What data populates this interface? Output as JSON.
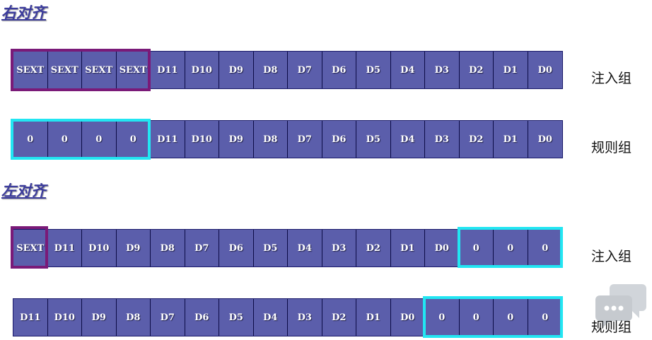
{
  "sections": [
    {
      "title": "右对齐",
      "rows": [
        {
          "label": "注入组",
          "cells": [
            "SEXT",
            "SEXT",
            "SEXT",
            "SEXT",
            "D11",
            "D10",
            "D9",
            "D8",
            "D7",
            "D6",
            "D5",
            "D4",
            "D3",
            "D2",
            "D1",
            "D0"
          ],
          "highlight": "purple"
        },
        {
          "label": "规则组",
          "cells": [
            "0",
            "0",
            "0",
            "0",
            "D11",
            "D10",
            "D9",
            "D8",
            "D7",
            "D6",
            "D5",
            "D4",
            "D3",
            "D2",
            "D1",
            "D0"
          ],
          "highlight": "cyan"
        }
      ]
    },
    {
      "title": "左对齐",
      "rows": [
        {
          "label": "注入组",
          "cells": [
            "SEXT",
            "D11",
            "D10",
            "D9",
            "D8",
            "D7",
            "D6",
            "D5",
            "D4",
            "D3",
            "D2",
            "D1",
            "D0",
            "0",
            "0",
            "0"
          ],
          "highlight": "purple+cyan"
        },
        {
          "label": "规则组",
          "cells": [
            "D11",
            "D10",
            "D9",
            "D8",
            "D7",
            "D6",
            "D5",
            "D4",
            "D3",
            "D2",
            "D1",
            "D0",
            "0",
            "0",
            "0",
            "0"
          ],
          "highlight": "cyan"
        }
      ]
    }
  ],
  "colors": {
    "cell_fill": "#5b5eab",
    "sign_extension_highlight": "#7a1a78",
    "zero_padding_highlight": "#22e6f2",
    "title_color": "#3b3b9c"
  },
  "watermark_icon": "chat-bubbles-icon"
}
